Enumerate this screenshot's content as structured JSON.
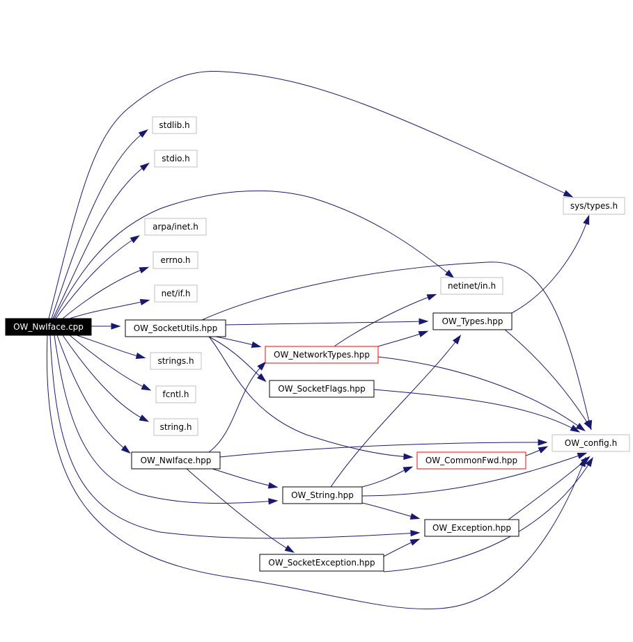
{
  "colors": {
    "edge": "#191970",
    "box_default": "#000000",
    "box_external": "#bfbfbf",
    "box_truncated": "#ff0000",
    "root_fill": "#000000",
    "root_text": "#ffffff"
  },
  "nodes": [
    {
      "id": "root",
      "label": "OW_NwIface.cpp",
      "style": "root"
    },
    {
      "id": "stdlib",
      "label": "stdlib.h",
      "style": "external"
    },
    {
      "id": "stdio",
      "label": "stdio.h",
      "style": "external"
    },
    {
      "id": "arpa",
      "label": "arpa/inet.h",
      "style": "external"
    },
    {
      "id": "errno",
      "label": "errno.h",
      "style": "external"
    },
    {
      "id": "netif",
      "label": "net/if.h",
      "style": "external"
    },
    {
      "id": "sockutils",
      "label": "OW_SocketUtils.hpp",
      "style": "default"
    },
    {
      "id": "strings",
      "label": "strings.h",
      "style": "external"
    },
    {
      "id": "fcntl",
      "label": "fcntl.h",
      "style": "external"
    },
    {
      "id": "string",
      "label": "string.h",
      "style": "external"
    },
    {
      "id": "nwiface",
      "label": "OW_NwIface.hpp",
      "style": "default"
    },
    {
      "id": "systypes",
      "label": "sys/types.h",
      "style": "external"
    },
    {
      "id": "netinet",
      "label": "netinet/in.h",
      "style": "external"
    },
    {
      "id": "types",
      "label": "OW_Types.hpp",
      "style": "default"
    },
    {
      "id": "nettypes",
      "label": "OW_NetworkTypes.hpp",
      "style": "truncated"
    },
    {
      "id": "sockflags",
      "label": "OW_SocketFlags.hpp",
      "style": "default"
    },
    {
      "id": "config",
      "label": "OW_config.h",
      "style": "external"
    },
    {
      "id": "commonfwd",
      "label": "OW_CommonFwd.hpp",
      "style": "truncated"
    },
    {
      "id": "owstring",
      "label": "OW_String.hpp",
      "style": "default"
    },
    {
      "id": "exception",
      "label": "OW_Exception.hpp",
      "style": "default"
    },
    {
      "id": "sockexc",
      "label": "OW_SocketException.hpp",
      "style": "default"
    }
  ],
  "edges": [
    [
      "root",
      "stdlib"
    ],
    [
      "root",
      "stdio"
    ],
    [
      "root",
      "systypes"
    ],
    [
      "root",
      "netinet"
    ],
    [
      "root",
      "arpa"
    ],
    [
      "root",
      "errno"
    ],
    [
      "root",
      "netif"
    ],
    [
      "root",
      "sockutils"
    ],
    [
      "root",
      "strings"
    ],
    [
      "root",
      "fcntl"
    ],
    [
      "root",
      "string"
    ],
    [
      "root",
      "nwiface"
    ],
    [
      "root",
      "owstring"
    ],
    [
      "root",
      "exception"
    ],
    [
      "root",
      "config"
    ],
    [
      "sockutils",
      "config"
    ],
    [
      "sockutils",
      "types"
    ],
    [
      "sockutils",
      "nettypes"
    ],
    [
      "sockutils",
      "sockflags"
    ],
    [
      "sockutils",
      "commonfwd"
    ],
    [
      "types",
      "systypes"
    ],
    [
      "types",
      "config"
    ],
    [
      "nettypes",
      "netinet"
    ],
    [
      "nettypes",
      "types"
    ],
    [
      "nettypes",
      "config"
    ],
    [
      "sockflags",
      "config"
    ],
    [
      "nwiface",
      "nettypes"
    ],
    [
      "nwiface",
      "config"
    ],
    [
      "nwiface",
      "owstring"
    ],
    [
      "nwiface",
      "sockexc"
    ],
    [
      "owstring",
      "types"
    ],
    [
      "owstring",
      "commonfwd"
    ],
    [
      "owstring",
      "config"
    ],
    [
      "owstring",
      "exception"
    ],
    [
      "commonfwd",
      "config"
    ],
    [
      "exception",
      "config"
    ],
    [
      "sockexc",
      "exception"
    ],
    [
      "sockexc",
      "config"
    ]
  ]
}
